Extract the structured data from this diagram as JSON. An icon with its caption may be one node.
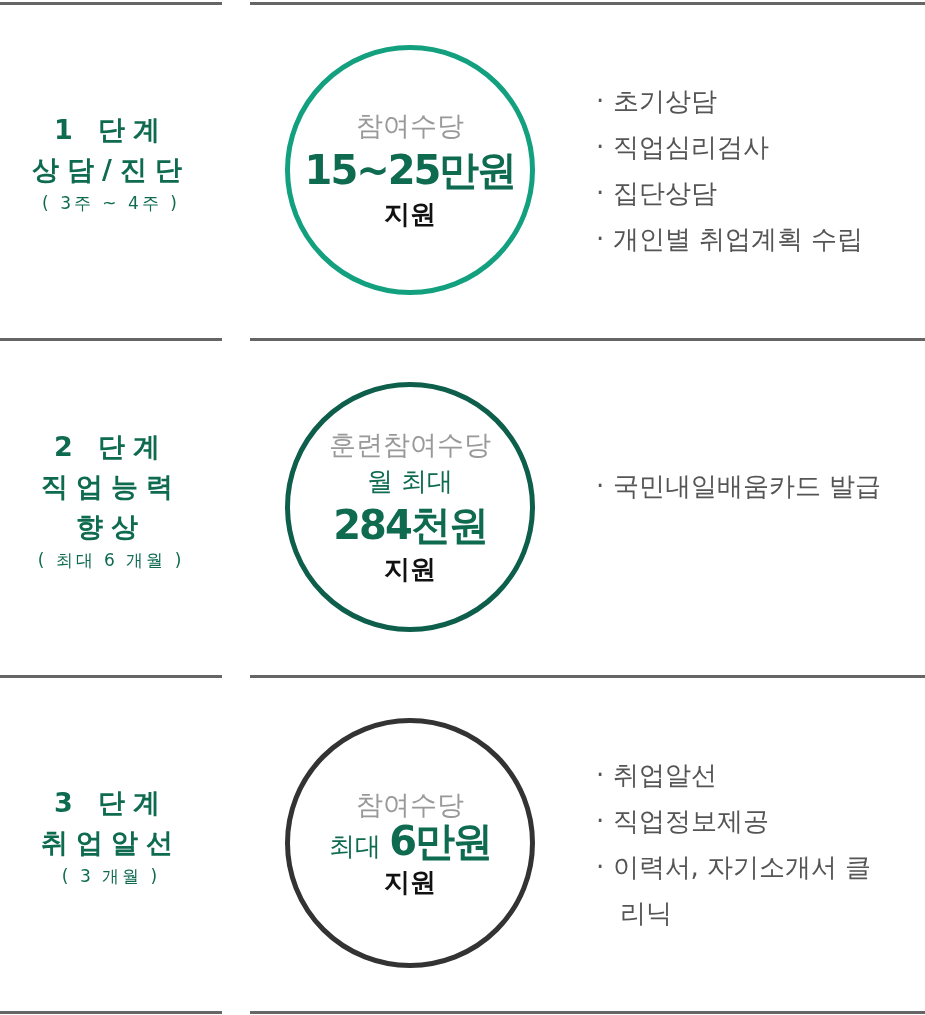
{
  "diagram": {
    "nodes": [
      {
        "text": [
          "참여수당",
          "15~25만원",
          "지원"
        ]
      },
      {
        "text": [
          "훈련참여수당",
          "월 최대",
          "284천원",
          "지원"
        ]
      },
      {
        "text": [
          "참여수당",
          "최대 **6만원**",
          "지원"
        ]
      }
    ],
    "edges": [],
    "labels": [
      "1 단계",
      "상담/진단",
      "( 3주 ~ 4주 )",
      "· 초기상담",
      "· 직업심리검사",
      "· 집단상담",
      "· 개인별 취업계획 수립",
      "2 단계",
      "직업능력",
      "향상",
      "( 최대 6 개월 )",
      "· 국민내일배움카드 발급",
      "3 단계",
      "취업알선",
      "( 3 개월 )",
      "· 취업알선",
      "· 직업정보제공",
      "· 이력서, 자기소개서 클리닉"
    ]
  }
}
